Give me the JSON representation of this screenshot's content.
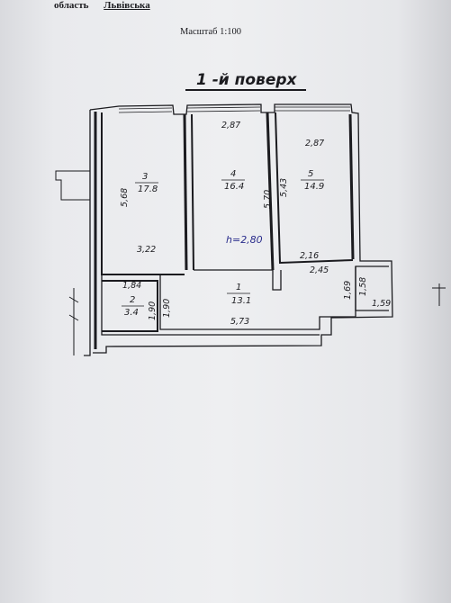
{
  "header": {
    "field_label": "область",
    "field_value": "Львівська"
  },
  "scale_label": "Масштаб 1:100",
  "floor_title": "1 -й поверх",
  "rooms": [
    {
      "id": "3",
      "area": "17.8"
    },
    {
      "id": "4",
      "area": "16.4"
    },
    {
      "id": "5",
      "area": "14.9"
    },
    {
      "id": "1",
      "area": "13.1"
    },
    {
      "id": "2",
      "area": "3.4"
    }
  ],
  "dimensions": {
    "room4_top": "2,87",
    "room5_top": "2,87",
    "room3_side": "5,68",
    "room4_side": "5,70",
    "room5_side": "5,43",
    "room3_bottom": "3,22",
    "room5_bottom": "2,16",
    "corridor_top": "2,45",
    "room2_top": "1,84",
    "room2_side": "1,90",
    "corridor_side": "1,90",
    "corridor_bottom": "5,73",
    "closet_side_a": "1,69",
    "closet_side_b": "1,58",
    "closet_bottom": "1,59"
  },
  "ceiling_height": "h=2,80"
}
